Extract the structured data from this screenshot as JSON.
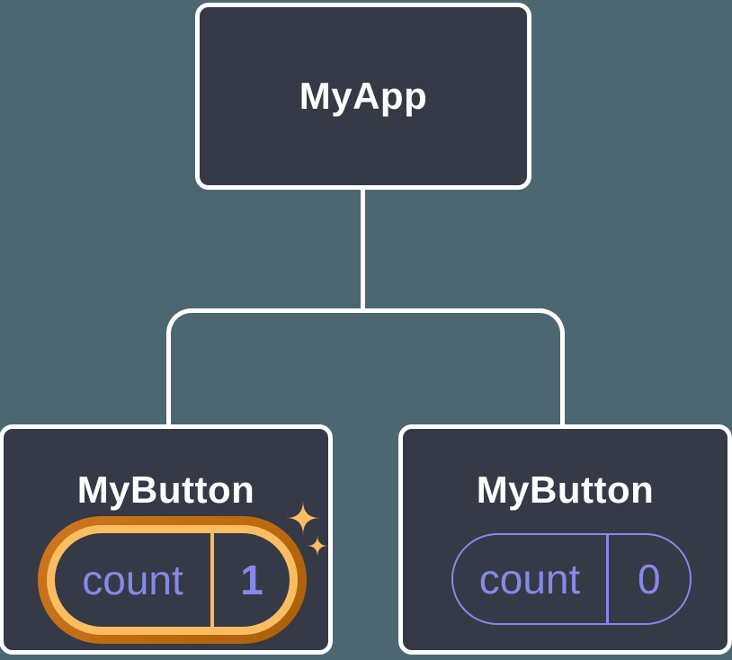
{
  "palette": {
    "background": "#4C6771",
    "card": "#353A46",
    "card_border": "#FFFFFF",
    "title_text": "#FFFFFF",
    "state_purple": "#8689E6",
    "highlight_orange_dark": "#BE6B10",
    "highlight_orange_light": "#FABD62",
    "sparkle": "#FABD62",
    "connector": "#FFFFFF"
  },
  "tree": {
    "root": {
      "label": "MyApp"
    },
    "children": [
      {
        "label": "MyButton",
        "highlighted": true,
        "state": {
          "name": "count",
          "value": "1"
        }
      },
      {
        "label": "MyButton",
        "highlighted": false,
        "state": {
          "name": "count",
          "value": "0"
        }
      }
    ]
  }
}
